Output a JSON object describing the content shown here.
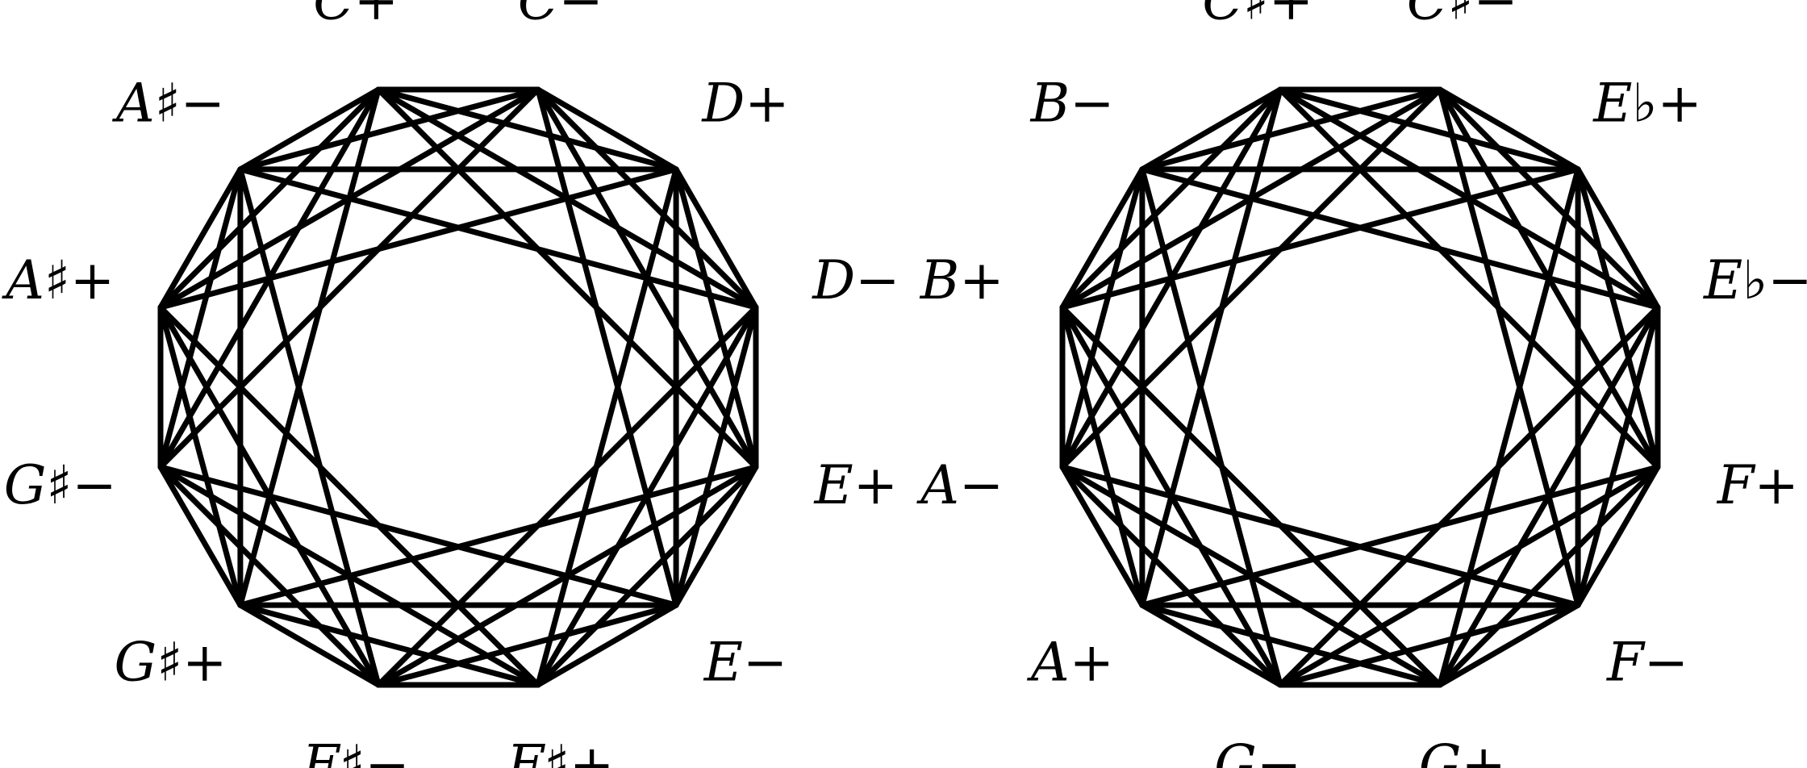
{
  "colors": {
    "stroke": "#000000",
    "background": "#ffffff"
  },
  "diagrams": [
    {
      "vertices": [
        {
          "label": "C+"
        },
        {
          "label": "C−"
        },
        {
          "label": "D+"
        },
        {
          "label": "D−"
        },
        {
          "label": "E+"
        },
        {
          "label": "E−"
        },
        {
          "label": "F♯+"
        },
        {
          "label": "F♯−"
        },
        {
          "label": "G♯+"
        },
        {
          "label": "G♯−"
        },
        {
          "label": "A♯+"
        },
        {
          "label": "A♯−"
        }
      ]
    },
    {
      "vertices": [
        {
          "label": "C♯+"
        },
        {
          "label": "C♯−"
        },
        {
          "label": "E♭+"
        },
        {
          "label": "E♭−"
        },
        {
          "label": "F+"
        },
        {
          "label": "F−"
        },
        {
          "label": "G+"
        },
        {
          "label": "G−"
        },
        {
          "label": "A+"
        },
        {
          "label": "A−"
        },
        {
          "label": "B+"
        },
        {
          "label": "B−"
        }
      ]
    }
  ],
  "edge_steps": [
    1,
    2,
    3,
    4
  ]
}
